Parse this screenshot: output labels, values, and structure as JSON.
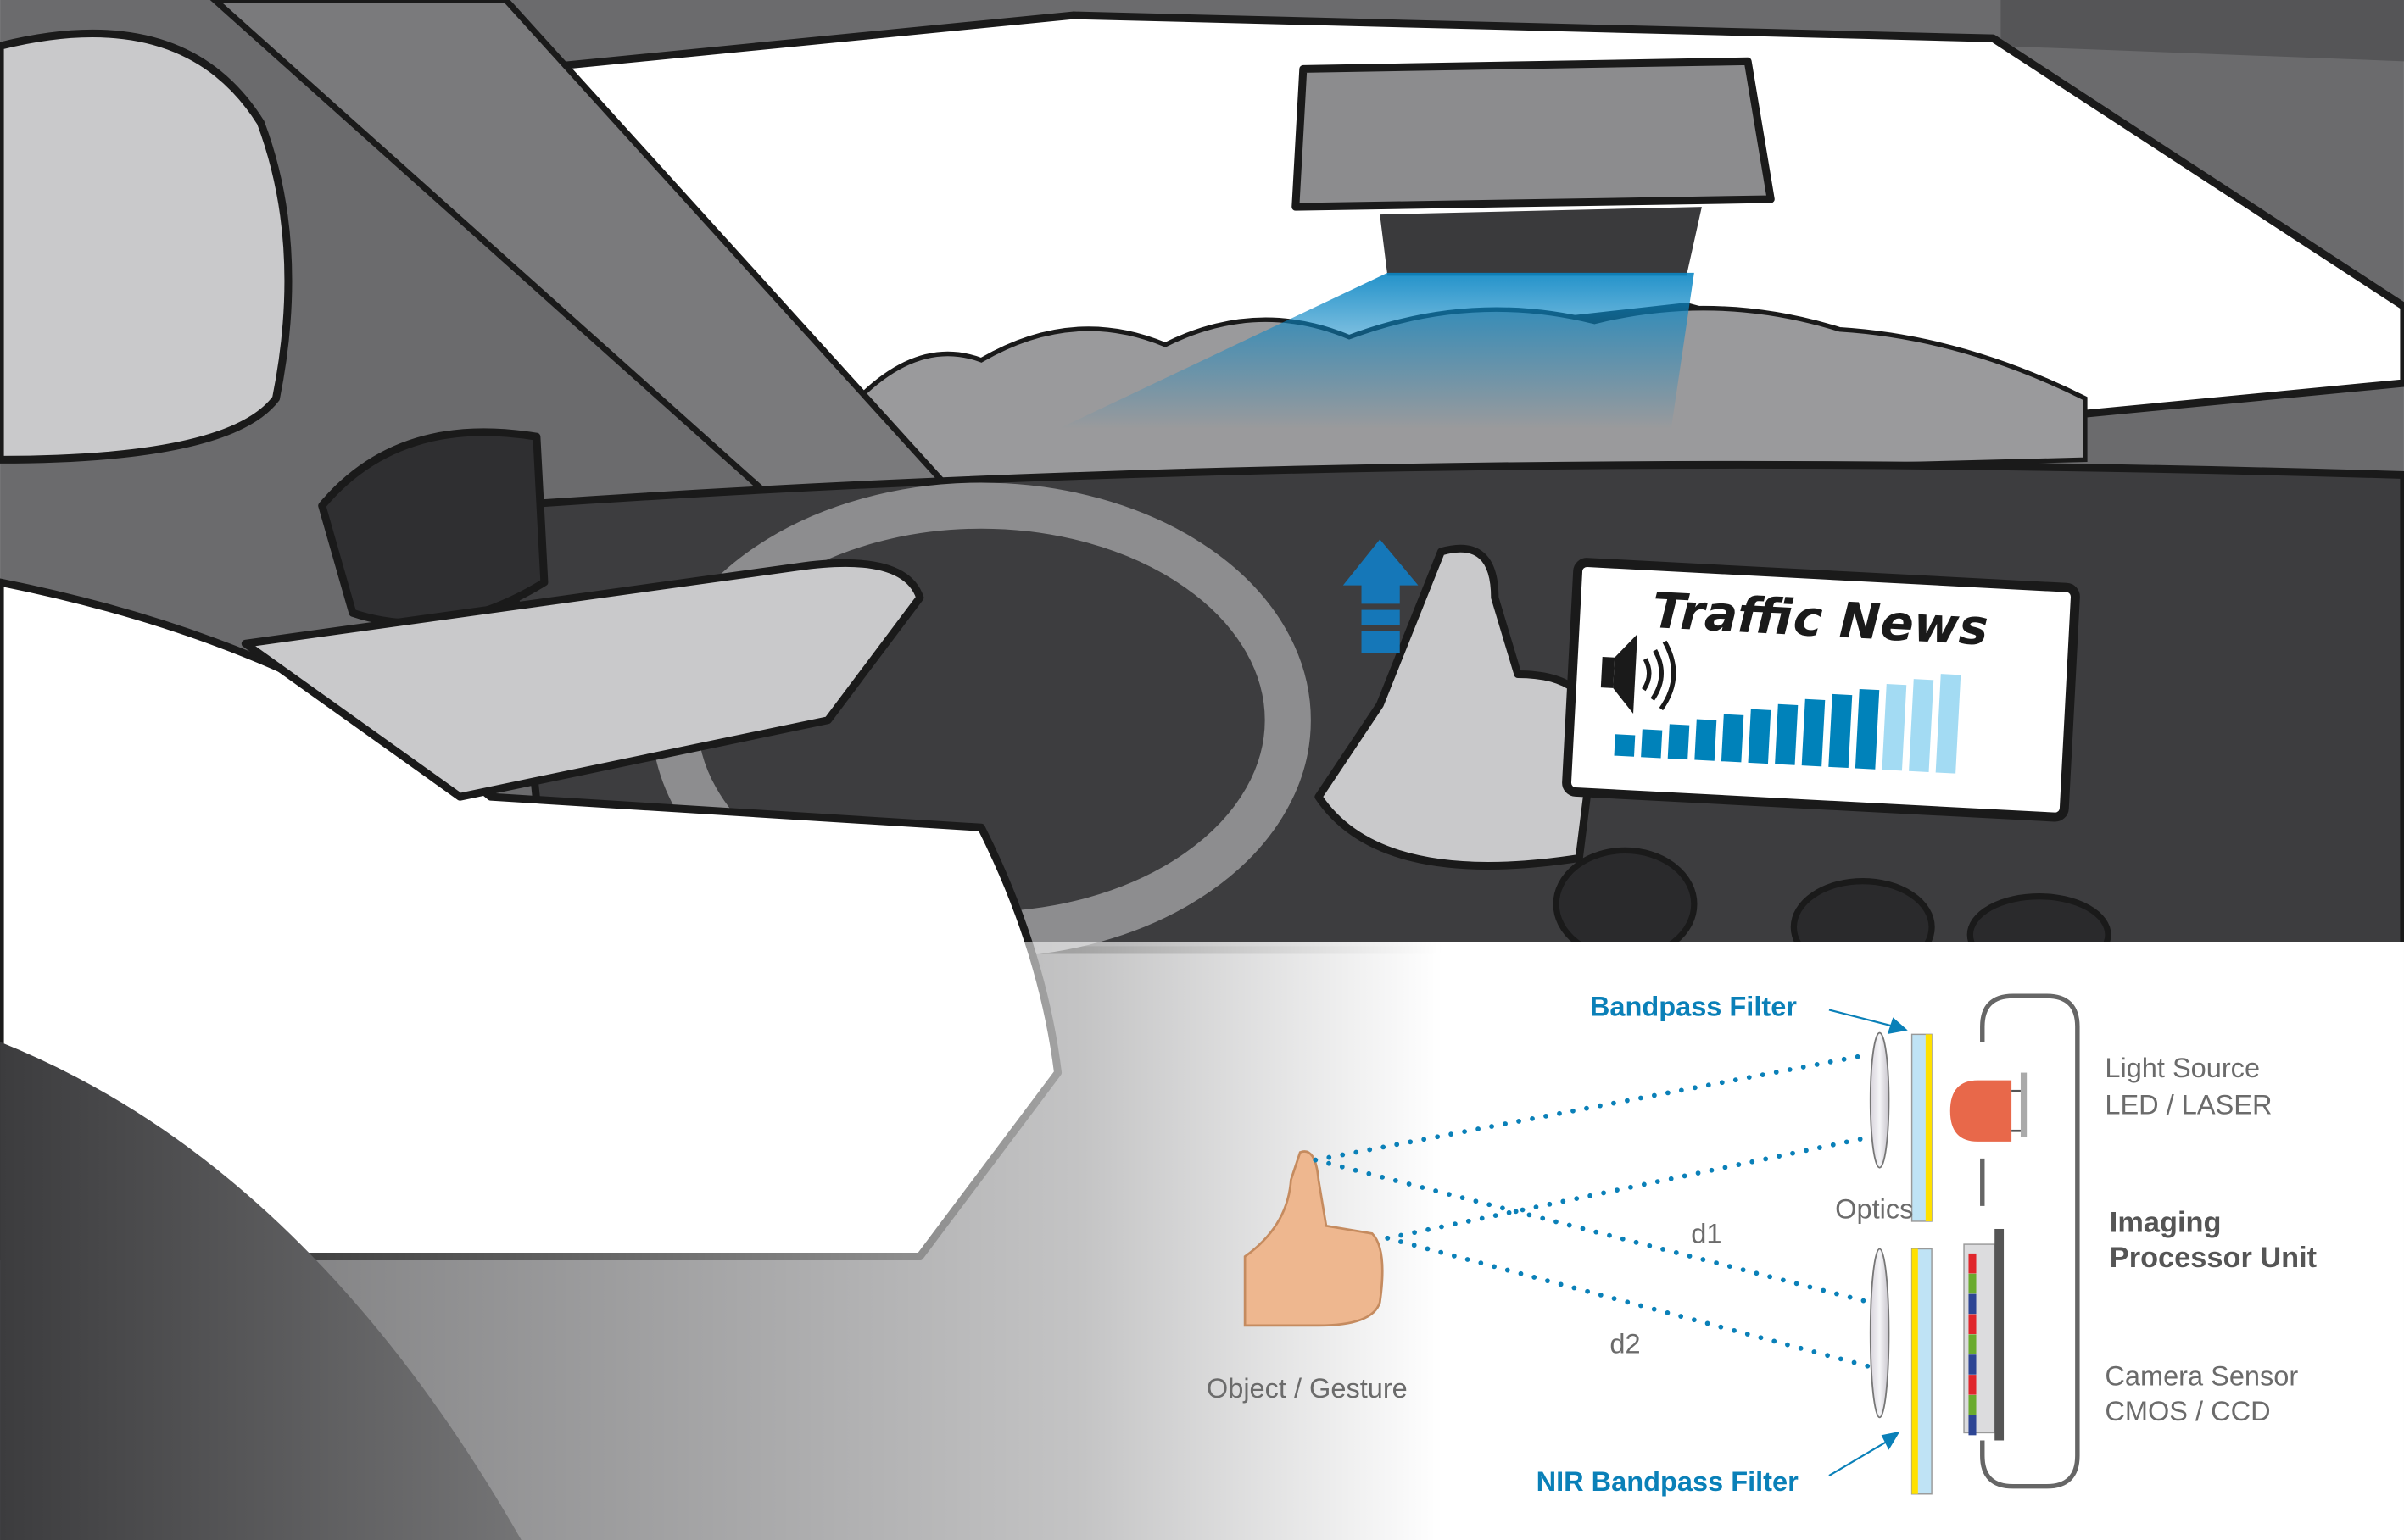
{
  "display": {
    "title": "Traffic News",
    "volume_level": 10,
    "volume_max": 13,
    "colors": {
      "active_bar": "#0082ba",
      "inactive_bar": "#a3dbf3",
      "accent": "#0a80b8",
      "led": "#e8684a"
    }
  },
  "diagram": {
    "bandpass_filter": "Bandpass Filter",
    "nir_bandpass_filter": "NIR Bandpass Filter",
    "light_source_line1": "Light Source",
    "light_source_line2": "LED / LASER",
    "optics": "Optics",
    "imaging_line1": "Imaging",
    "imaging_line2": "Processor Unit",
    "camera_line1": "Camera Sensor",
    "camera_line2": "CMOS / CCD",
    "d1": "d1",
    "d2": "d2",
    "object": "Object / Gesture"
  }
}
